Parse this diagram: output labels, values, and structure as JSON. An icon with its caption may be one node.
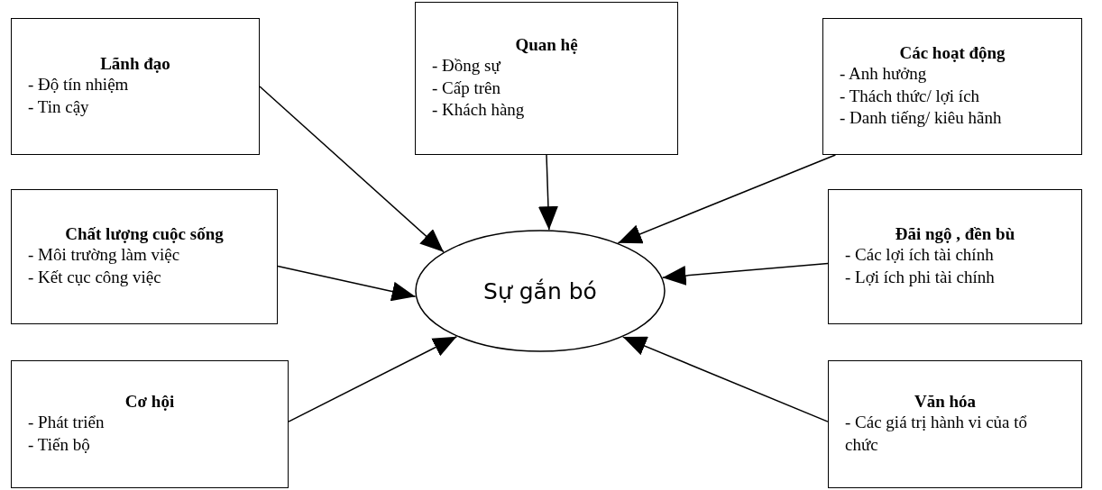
{
  "diagram": {
    "nodes": [
      {
        "text": [
          "Lãnh đạo",
          "- Độ tín nhiệm",
          "- Tin cậy"
        ]
      },
      {
        "text": [
          "Quan hệ",
          "- Đồng sự",
          "- Cấp trên",
          "- Khách hàng"
        ]
      },
      {
        "text": [
          "Các hoạt động",
          "- Anh hưởng",
          "- Thách thức/ lợi ích",
          "- Danh tiếng/ kiêu hãnh"
        ]
      },
      {
        "text": [
          "Chất lượng cuộc sống",
          "- Môi trường làm việc",
          "- Kết cục công việc"
        ]
      },
      {
        "text": [
          "Đãi ngộ , đền bù",
          "- Các lợi ích tài chính",
          "- Lợi ích phi tài chính"
        ]
      },
      {
        "text": [
          "Cơ hội",
          "- Phát triển",
          "- Tiến bộ"
        ]
      },
      {
        "text": [
          "Văn hóa",
          "- Các giá trị hành vi của tổ chức"
        ]
      },
      {
        "text": [
          "Sự gắn bó"
        ]
      }
    ],
    "edges": [
      {
        "from": 0,
        "to": 7,
        "arrow": "to"
      },
      {
        "from": 1,
        "to": 7,
        "arrow": "to"
      },
      {
        "from": 2,
        "to": 7,
        "arrow": "to"
      },
      {
        "from": 3,
        "to": 7,
        "arrow": "to"
      },
      {
        "from": 4,
        "to": 7,
        "arrow": "to"
      },
      {
        "from": 5,
        "to": 7,
        "arrow": "to"
      },
      {
        "from": 6,
        "to": 7,
        "arrow": "to"
      }
    ]
  }
}
